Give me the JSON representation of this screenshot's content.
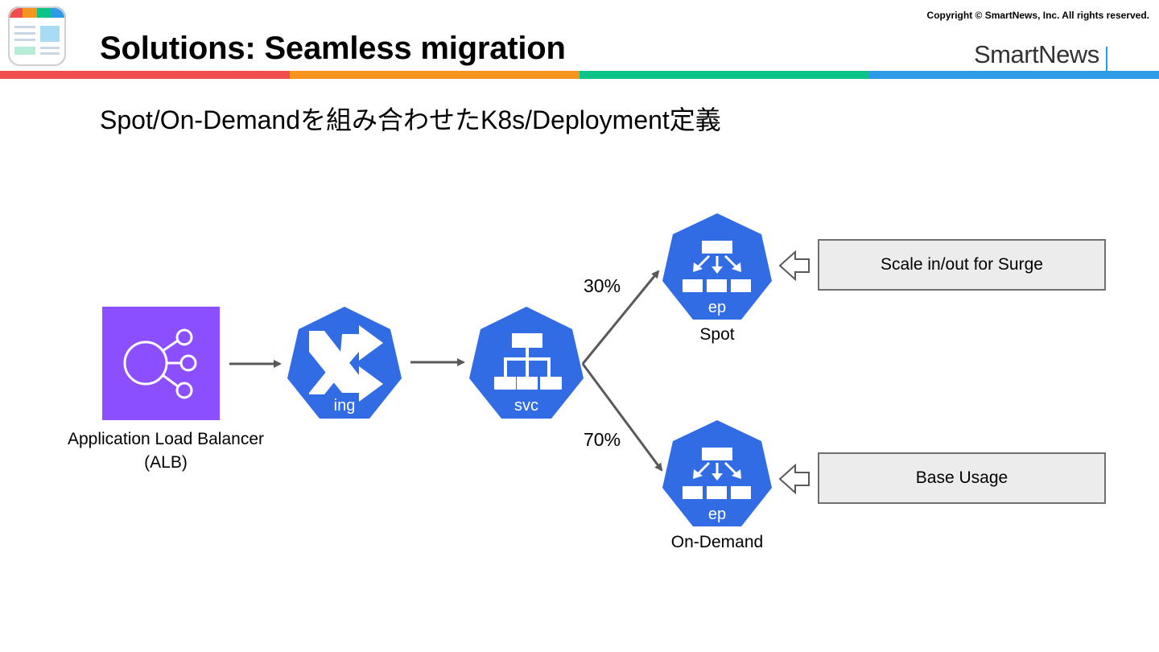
{
  "header": {
    "title": "Solutions: Seamless migration",
    "copyright": "Copyright © SmartNews, Inc. All rights reserved.",
    "brand": "SmartNews"
  },
  "subtitle": "Spot/On-Demandを組み合わせたK8s/Deployment定義",
  "colors": {
    "stripe": [
      "#f04e4e",
      "#f7941d",
      "#0cc489",
      "#2d9be6"
    ],
    "alb": "#8c4fff",
    "k8s_blue": "#326ce5",
    "box_fill": "#ececec",
    "box_border": "#707070",
    "arrow": "#595959"
  },
  "diagram": {
    "alb": {
      "label_line1": "Application Load Balancer",
      "label_line2": "(ALB)",
      "icon": "load-balancer-icon"
    },
    "ingress": {
      "tag": "ing",
      "icon": "shuffle-icon"
    },
    "service": {
      "tag": "svc",
      "icon": "hierarchy-icon"
    },
    "spot": {
      "tag": "ep",
      "label": "Spot",
      "percent": "30%",
      "icon": "endpoint-icon"
    },
    "ondemand": {
      "tag": "ep",
      "label": "On-Demand",
      "percent": "70%",
      "icon": "endpoint-icon"
    },
    "boxes": {
      "surge": "Scale in/out for Surge",
      "base": "Base Usage"
    }
  }
}
